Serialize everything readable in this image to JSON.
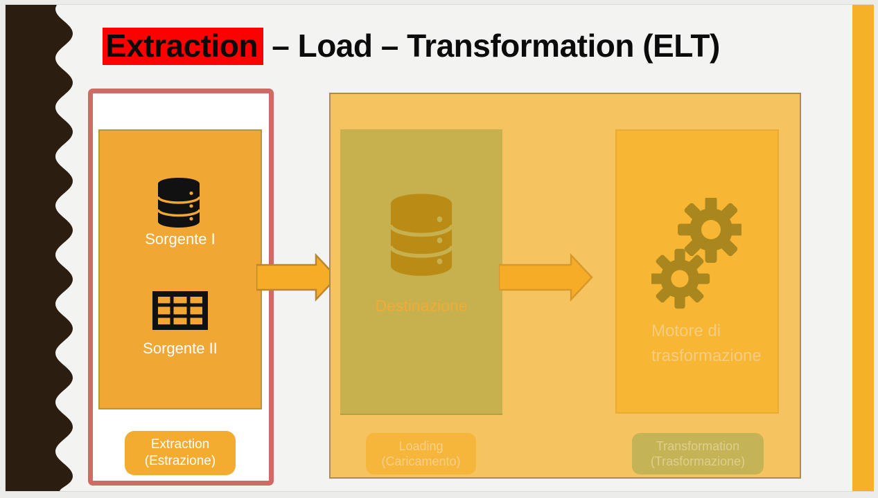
{
  "title": {
    "highlight_text": "Extraction",
    "rest_text": " – Load – Transformation (ELT)"
  },
  "extraction_panel": {
    "source_1": {
      "icon": "database-icon",
      "label": "Sorgente I"
    },
    "source_2": {
      "icon": "table-icon",
      "label": "Sorgente II"
    },
    "button": {
      "line1": "Extraction",
      "line2": "(Estrazione)"
    }
  },
  "pipeline": {
    "destination": {
      "icon": "database-icon",
      "label": "Destinazione",
      "button": {
        "line1": "Loading",
        "line2": "(Caricamento)"
      }
    },
    "engine": {
      "icon": "gears-icon",
      "label_line1": "Motore di",
      "label_line2": "trasformazione",
      "button": {
        "line1": "Transformation",
        "line2": "(Trasformazione)"
      }
    }
  },
  "colors": {
    "highlight_red": "#FE0000",
    "panel_border_red": "#CE6B64",
    "source_orange": "#F1A733",
    "container_orange": "#F5C360",
    "olive": "#C7B14F",
    "bright_orange": "#F7B735",
    "arrow_orange": "#F6AC27",
    "side_bar_orange": "#F5B228",
    "wave_brown": "#2B1D0F"
  }
}
